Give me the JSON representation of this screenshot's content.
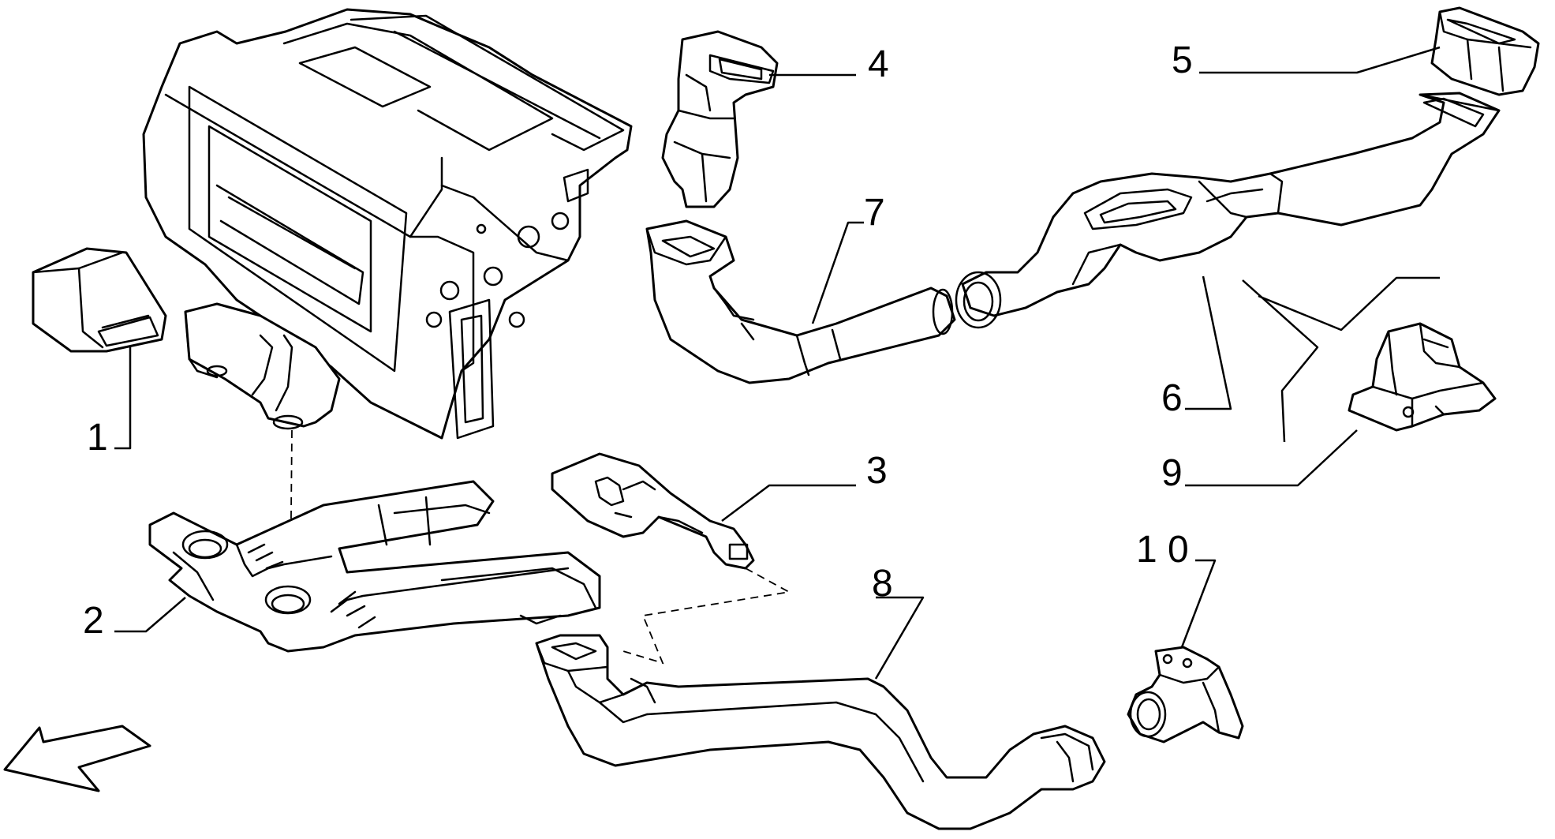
{
  "diagram": {
    "colors": {
      "line": "#000000",
      "background": "#ffffff"
    },
    "callouts": [
      {
        "id": "1",
        "text": "1"
      },
      {
        "id": "2",
        "text": "2"
      },
      {
        "id": "3",
        "text": "3"
      },
      {
        "id": "4",
        "text": "4"
      },
      {
        "id": "5",
        "text": "5"
      },
      {
        "id": "6",
        "text": "6"
      },
      {
        "id": "7",
        "text": "7"
      },
      {
        "id": "8",
        "text": "8"
      },
      {
        "id": "9",
        "text": "9"
      },
      {
        "id": "10",
        "text": "1 0"
      }
    ],
    "direction_arrow_icon": "front-arrow-icon"
  }
}
